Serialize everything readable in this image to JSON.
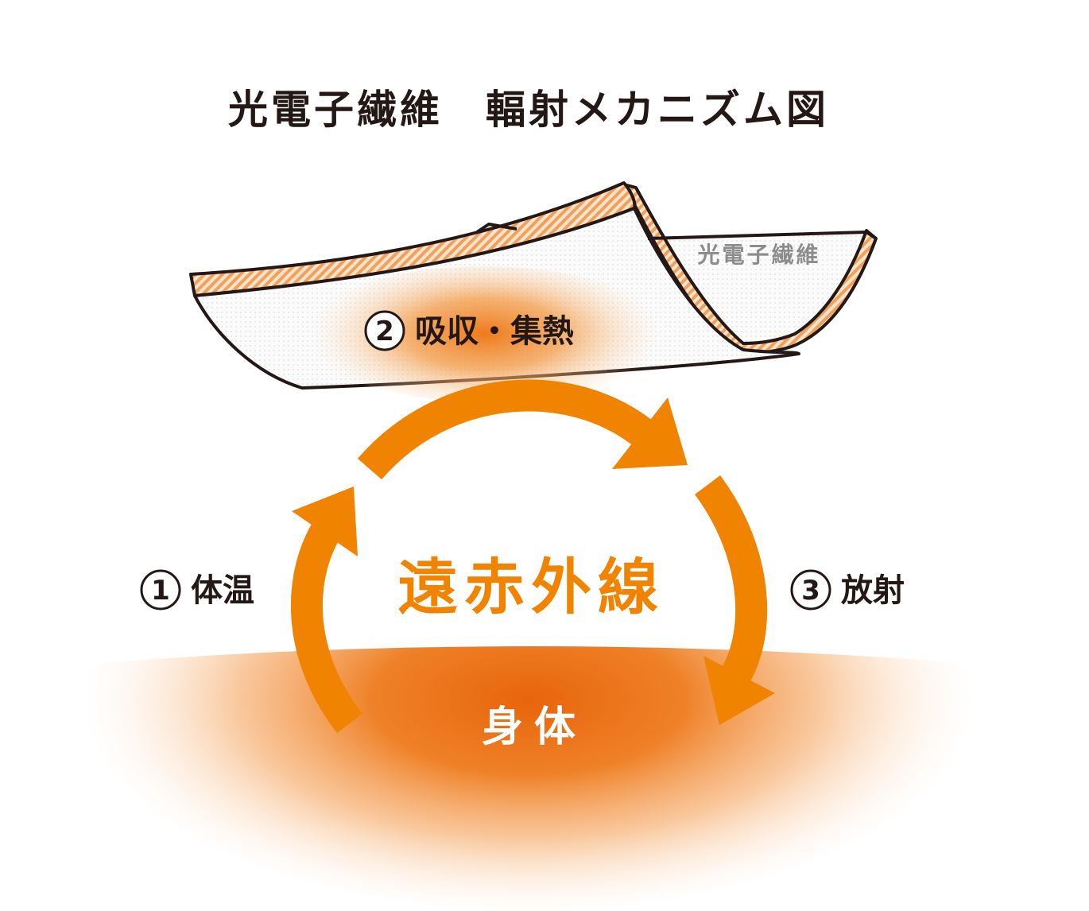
{
  "title": "光電子繊維　輻射メカニズム図",
  "fiber_label": "光電子繊維",
  "center_label": "遠赤外線",
  "body_label": "身体",
  "steps": [
    {
      "number": "1",
      "label": "体温"
    },
    {
      "number": "2",
      "label": "吸収・集熱"
    },
    {
      "number": "3",
      "label": "放射"
    }
  ],
  "colors": {
    "accent_orange": "#f08300",
    "deep_orange": "#e8640c",
    "outline": "#231815",
    "fiber_text": "#8c8c8c"
  }
}
